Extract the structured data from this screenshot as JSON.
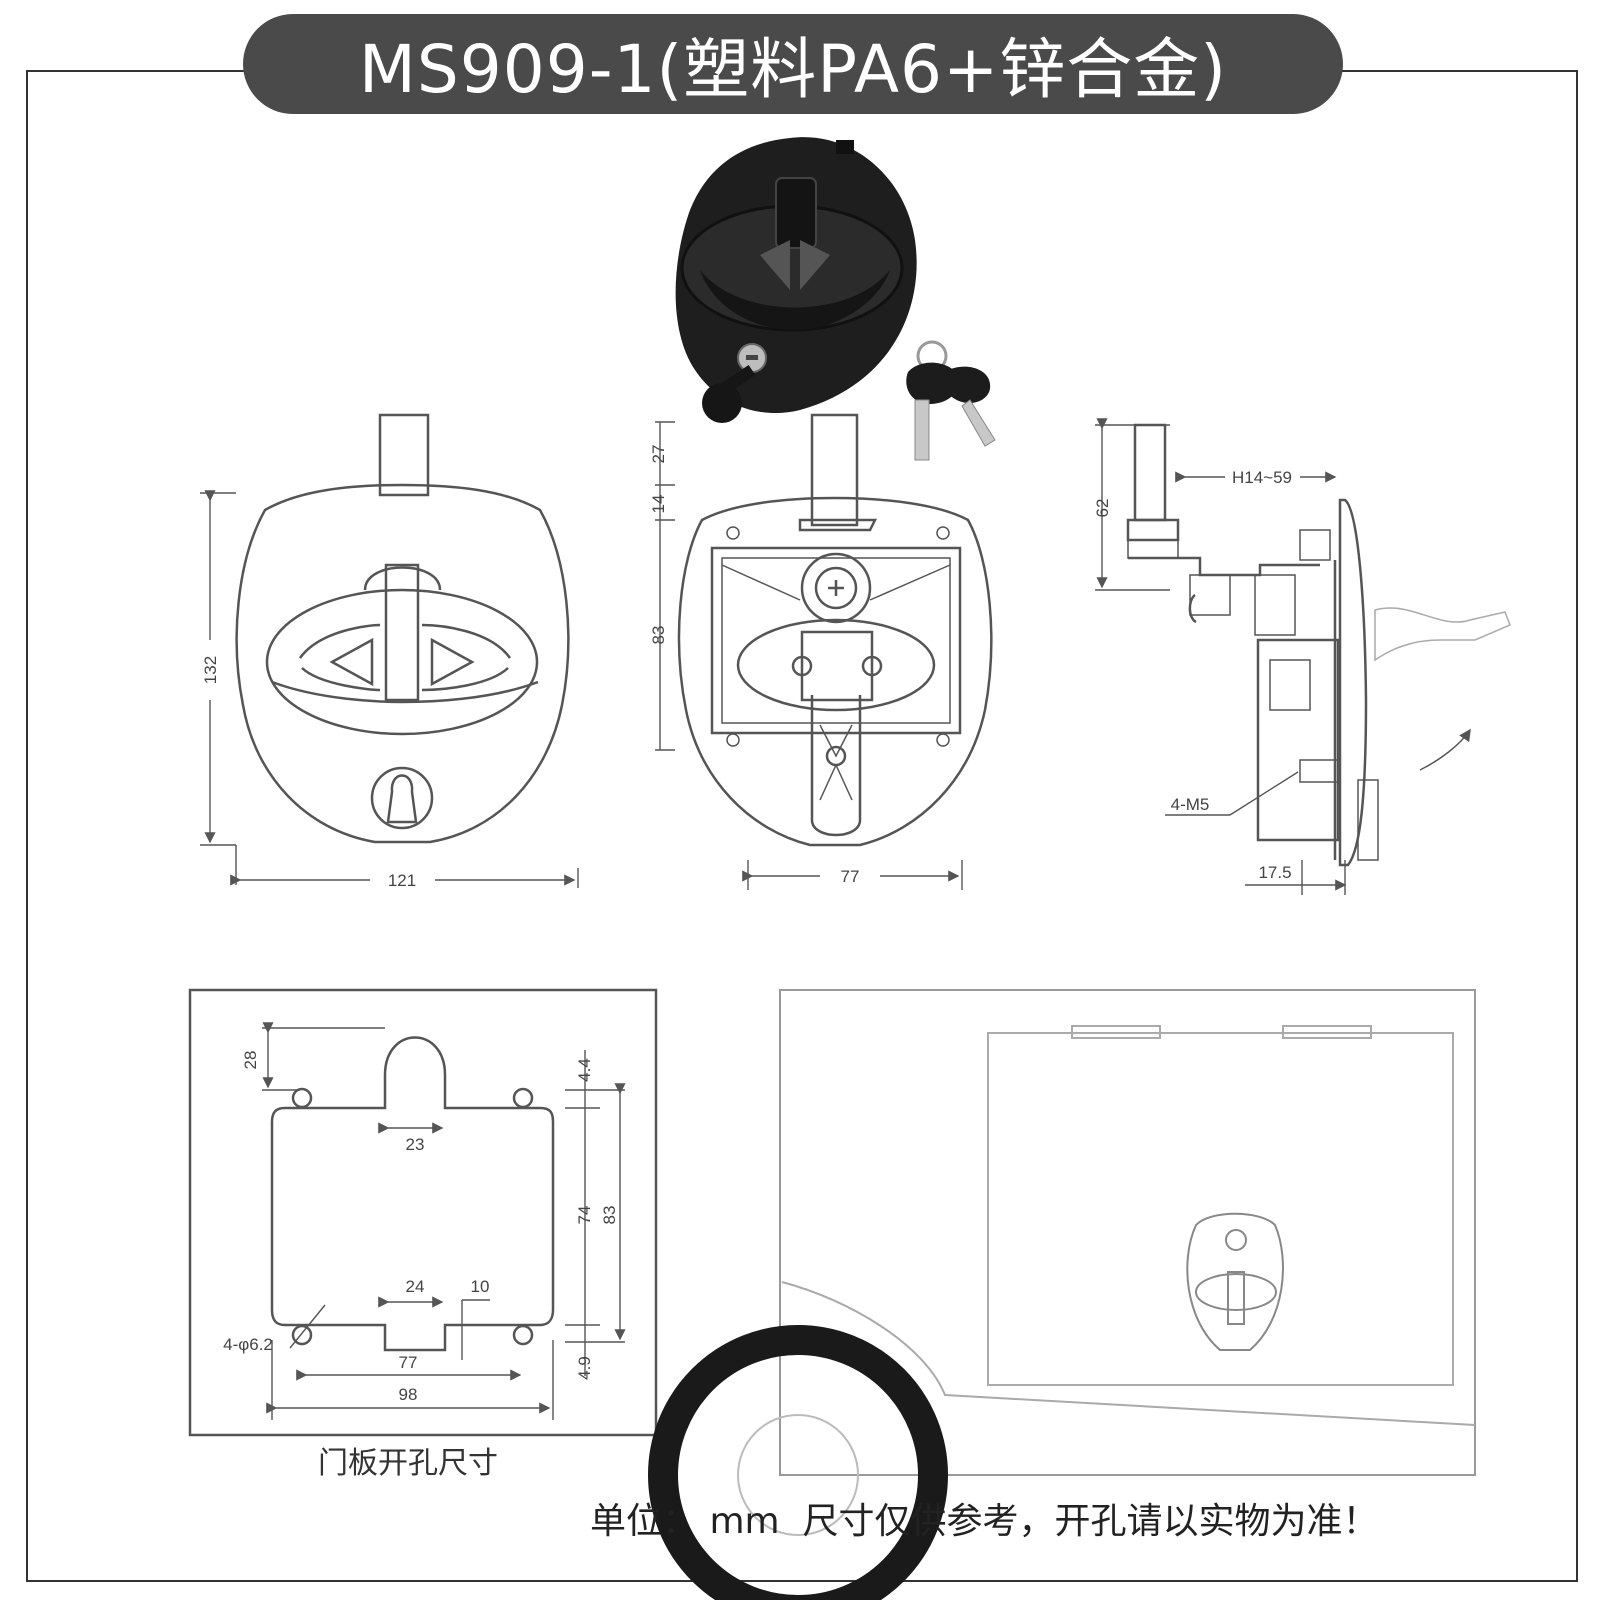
{
  "title": "MS909-1(塑料PA6+锌合金)",
  "front_view": {
    "dim_height": "132",
    "dim_width": "121"
  },
  "back_view": {
    "dim_a": "27",
    "dim_b": "14",
    "dim_c": "83",
    "dim_width": "77"
  },
  "side_view": {
    "dim_height": "62",
    "dim_range": "H14~59",
    "label_screws": "4-M5",
    "dim_depth": "17.5"
  },
  "cutout": {
    "caption": "门板开孔尺寸",
    "dim_top": "28",
    "dim_tab_width": "23",
    "dim_right_top": "4.4",
    "dim_inner": "74",
    "dim_outer": "83",
    "dim_bottom_tab": "24",
    "dim_notch": "10",
    "dim_holes": "4-φ6.2",
    "dim_right_bottom": "4.9",
    "dim_hole_span": "77",
    "dim_total_width": "98"
  },
  "footer_note": "单位： mm  尺寸仅供参考，开孔请以实物为准！",
  "colors": {
    "title_bg": "#4a4a4a",
    "title_text": "#ffffff",
    "line": "#555555",
    "product": "#1e1e1e"
  }
}
